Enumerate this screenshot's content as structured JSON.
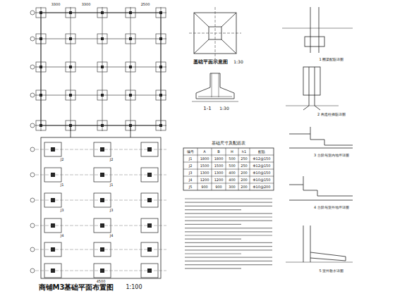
{
  "diagram": {
    "labels": [
      "商铺M3基础平面布置图",
      "1:100",
      "基础平面示意图",
      "1:30",
      "1-1",
      "1:30",
      "基础尺寸及配筋表",
      "编号",
      "A",
      "B",
      "H",
      "h1",
      "配筋",
      "J1",
      "1800",
      "1800",
      "500",
      "250",
      "Φ12@150",
      "J2",
      "1500",
      "1500",
      "500",
      "250",
      "Φ12@150",
      "J3",
      "1300",
      "1300",
      "400",
      "200",
      "Φ10@150",
      "J4",
      "1200",
      "1200",
      "400",
      "200",
      "Φ10@150",
      "J5",
      "900",
      "900",
      "300",
      "200",
      "Φ10@200",
      "1 圈梁配筋详图",
      "2 构造柱插筋详图",
      "3 台阶与室内地坪详图",
      "4 台阶与室外地坪详图",
      "5 室外散水详图",
      "J2",
      "J2",
      "J1",
      "J1",
      "J3",
      "J3",
      "J4",
      "J4",
      "3300",
      "3300",
      "2500",
      "4500"
    ]
  }
}
